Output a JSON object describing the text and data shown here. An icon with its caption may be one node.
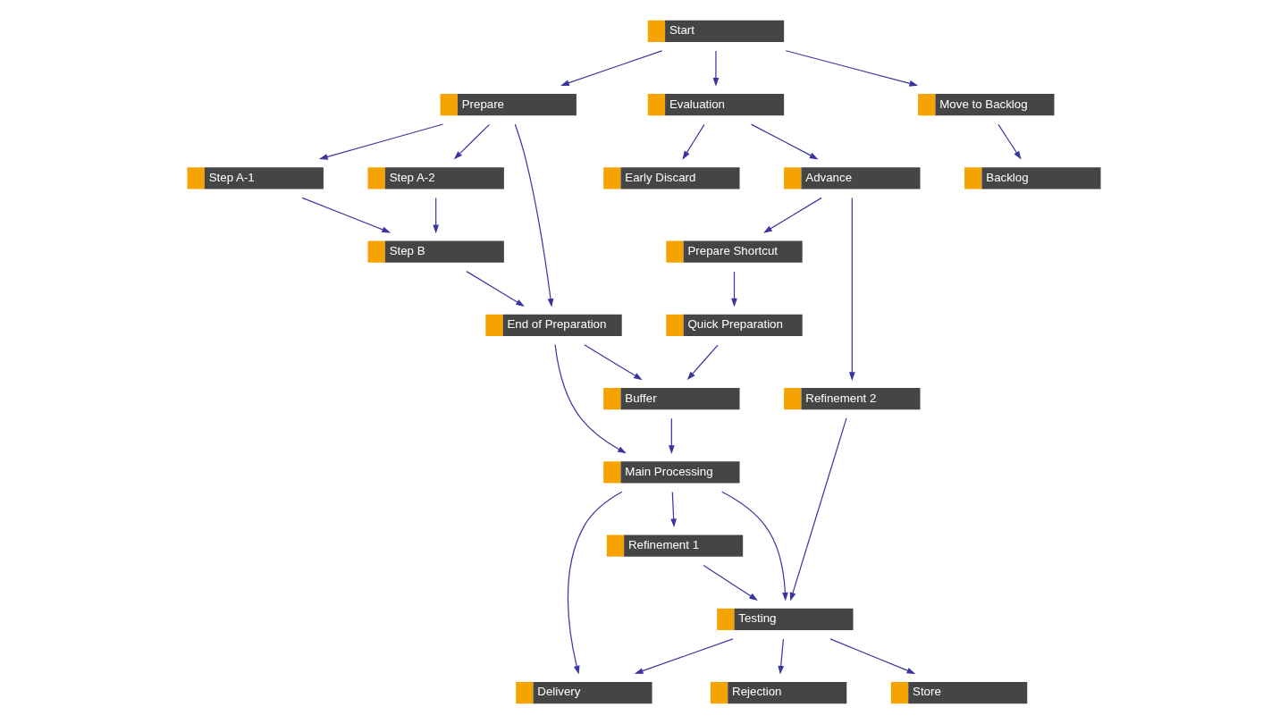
{
  "diagram": {
    "nodes": [
      {
        "text": [
          "Start"
        ]
      },
      {
        "text": [
          "Prepare"
        ]
      },
      {
        "text": [
          "Evaluation"
        ]
      },
      {
        "text": [
          "Move to Backlog"
        ]
      },
      {
        "text": [
          "Step A-1"
        ]
      },
      {
        "text": [
          "Step A-2"
        ]
      },
      {
        "text": [
          "Early Discard"
        ]
      },
      {
        "text": [
          "Advance"
        ]
      },
      {
        "text": [
          "Backlog"
        ]
      },
      {
        "text": [
          "Step B"
        ]
      },
      {
        "text": [
          "Prepare Shortcut"
        ]
      },
      {
        "text": [
          "Refinement 2"
        ]
      },
      {
        "text": [
          "End of Preparation"
        ]
      },
      {
        "text": [
          "Quick Preparation"
        ]
      },
      {
        "text": [
          "Buffer"
        ]
      },
      {
        "text": [
          "Main Processing"
        ]
      },
      {
        "text": [
          "Refinement 1"
        ]
      },
      {
        "text": [
          "Testing"
        ]
      },
      {
        "text": [
          "Delivery"
        ]
      },
      {
        "text": [
          "Rejection"
        ]
      },
      {
        "text": [
          "Store"
        ]
      }
    ],
    "edges": [
      {
        "from": 0,
        "to": 1,
        "arrow": "to"
      },
      {
        "from": 0,
        "to": 2,
        "arrow": "to"
      },
      {
        "from": 0,
        "to": 3,
        "arrow": "to"
      },
      {
        "from": 1,
        "to": 4,
        "arrow": "to"
      },
      {
        "from": 1,
        "to": 5,
        "arrow": "to"
      },
      {
        "from": 1,
        "to": 12,
        "arrow": "to"
      },
      {
        "from": 2,
        "to": 6,
        "arrow": "to"
      },
      {
        "from": 2,
        "to": 7,
        "arrow": "to"
      },
      {
        "from": 3,
        "to": 8,
        "arrow": "to"
      },
      {
        "from": 4,
        "to": 9,
        "arrow": "to"
      },
      {
        "from": 5,
        "to": 9,
        "arrow": "to"
      },
      {
        "from": 7,
        "to": 10,
        "arrow": "to"
      },
      {
        "from": 7,
        "to": 11,
        "arrow": "to"
      },
      {
        "from": 9,
        "to": 12,
        "arrow": "to"
      },
      {
        "from": 10,
        "to": 13,
        "arrow": "to"
      },
      {
        "from": 12,
        "to": 14,
        "arrow": "to"
      },
      {
        "from": 12,
        "to": 15,
        "arrow": "to"
      },
      {
        "from": 13,
        "to": 14,
        "arrow": "to"
      },
      {
        "from": 14,
        "to": 15,
        "arrow": "to"
      },
      {
        "from": 15,
        "to": 16,
        "arrow": "to"
      },
      {
        "from": 15,
        "to": 17,
        "arrow": "to"
      },
      {
        "from": 15,
        "to": 18,
        "arrow": "to"
      },
      {
        "from": 16,
        "to": 17,
        "arrow": "to"
      },
      {
        "from": 11,
        "to": 17,
        "arrow": "to"
      },
      {
        "from": 17,
        "to": 18,
        "arrow": "to"
      },
      {
        "from": 17,
        "to": 19,
        "arrow": "to"
      },
      {
        "from": 17,
        "to": 20,
        "arrow": "to"
      }
    ]
  }
}
